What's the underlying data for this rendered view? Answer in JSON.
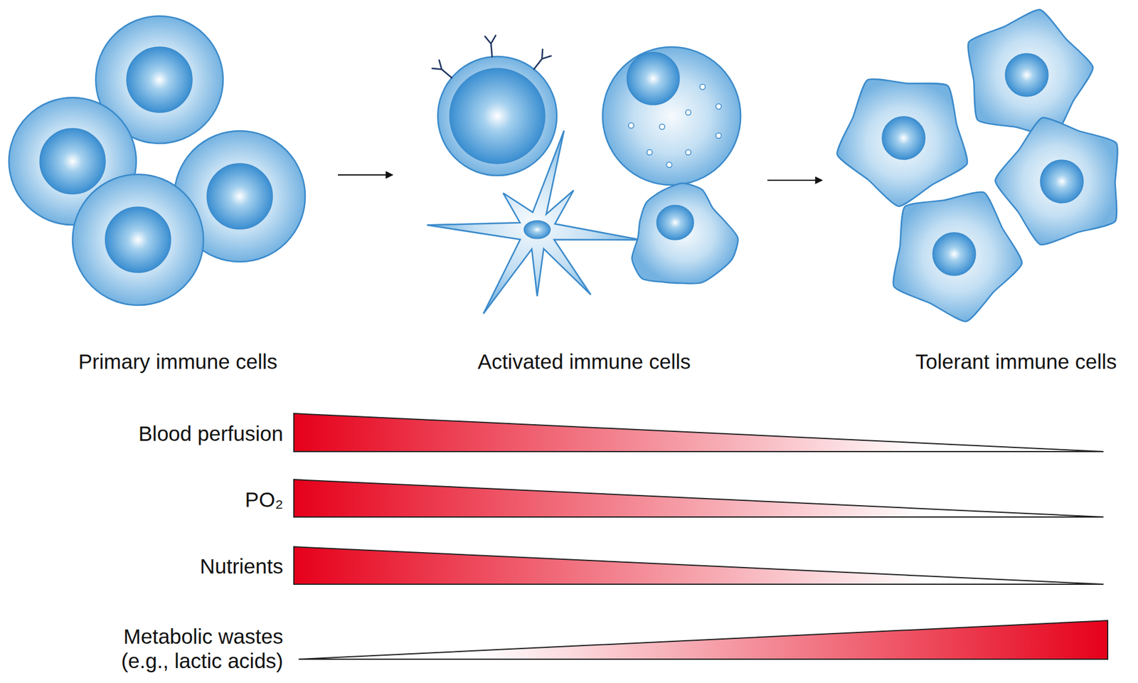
{
  "diagram": {
    "nodes": [
      {
        "text": [
          "Primary immune cells"
        ]
      },
      {
        "text": [
          "Activated immune cells"
        ]
      },
      {
        "text": [
          "Tolerant immune cells"
        ]
      }
    ],
    "edges": [
      {
        "from": 0,
        "to": 1,
        "arrow": "to"
      },
      {
        "from": 1,
        "to": 2,
        "arrow": "to"
      }
    ],
    "labels": [
      "Blood perfusion",
      "PO₂",
      "Nutrients",
      "Metabolic wastes (e.g., lactic acids)"
    ]
  }
}
